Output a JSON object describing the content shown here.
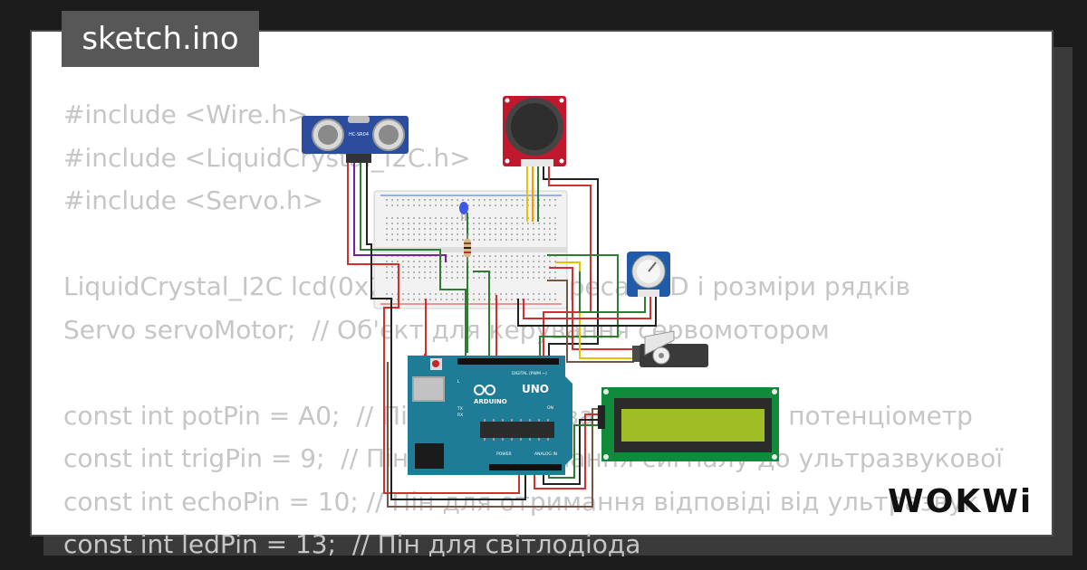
{
  "project": {
    "filename": "sketch.ino"
  },
  "code_lines": [
    "#include <Wire.h>",
    "#include <LiquidCrystal_I2C.h>",
    "#include <Servo.h>",
    "",
    "LiquidCrystal_I2C lcd(0x27, 16, 2); // Адреса LCD і розміри рядків",
    "Servo servoMotor;  // Об'єкт для керування сервомотором",
    "",
    "const int potPin = A0;  // Пін для зчитування значень з потенціометр",
    "const int trigPin = 9;  // Пін для надсилання сигналу до ультразвукової",
    "const int echoPin = 10; // Пін для отримання відповіді від ультразвук",
    "const int ledPin = 13;  // Пін для світлодіода"
  ],
  "components": {
    "ultrasonic_label": "HC-SR04",
    "arduino_label": "UNO",
    "arduino_brand": "ARDUINO",
    "arduino_digital_label": "DIGITAL (PWM ~)",
    "arduino_analog_label": "ANALOG IN",
    "arduino_power_label": "POWER",
    "arduino_on_label": "ON",
    "arduino_tx_label": "TX",
    "arduino_rx_label": "RX",
    "arduino_l_label": "L"
  },
  "brand": {
    "logo_text": "WOKWi"
  },
  "colors": {
    "background": "#1c1c1c",
    "card": "#ffffff",
    "code_text": "#c6c6c6",
    "title_tab": "#575757",
    "arduino": "#1e7c97",
    "lcd_board": "#118a3b",
    "lcd_screen": "#9fbd24",
    "joystick": "#c0182c",
    "ultrasonic": "#2c4d9e",
    "potentiometer": "#1f5ba6"
  }
}
